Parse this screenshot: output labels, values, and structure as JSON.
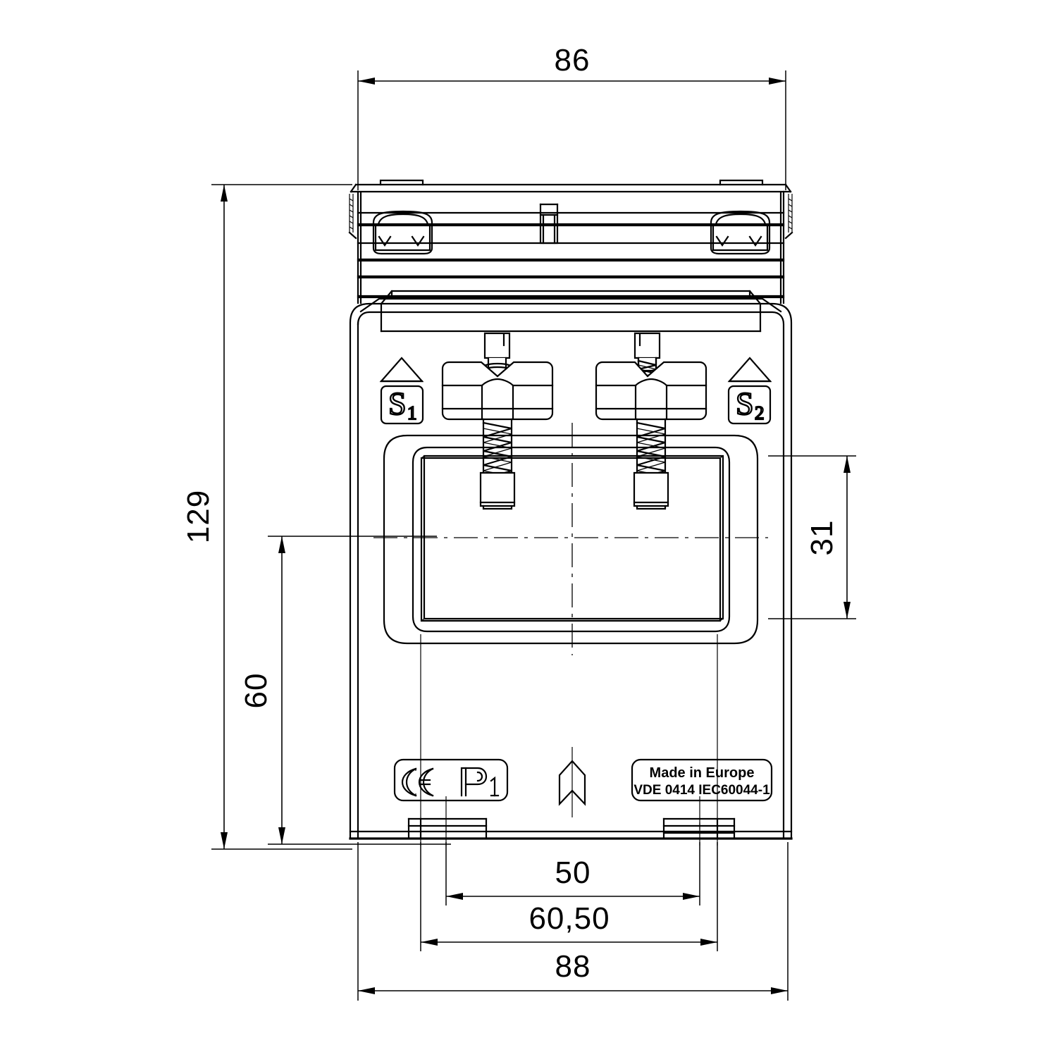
{
  "drawing": {
    "title": "Current transformer front view dimensioned drawing",
    "units": "mm",
    "line_color": "#000000",
    "background_color": "#ffffff"
  },
  "dimensions": {
    "top_width": "86",
    "overall_height": "129",
    "window_height": "31",
    "lower_height": "60",
    "foot_inner_span": "50",
    "foot_outer_span": "60,50",
    "overall_width": "88"
  },
  "terminals": [
    {
      "id": "s1",
      "label": "S",
      "subscript": "1",
      "marker": "triangle-up"
    },
    {
      "id": "s2",
      "label": "S",
      "subscript": "2",
      "marker": "triangle-up"
    }
  ],
  "plates": {
    "left_label": {
      "ce_mark": "CE",
      "primary_label": "P",
      "primary_subscript": "1"
    },
    "center_marker": "arrow-up-notched",
    "right_label": {
      "line1": "Made in Europe",
      "line2": "VDE 0414 IEC60044-1"
    }
  }
}
